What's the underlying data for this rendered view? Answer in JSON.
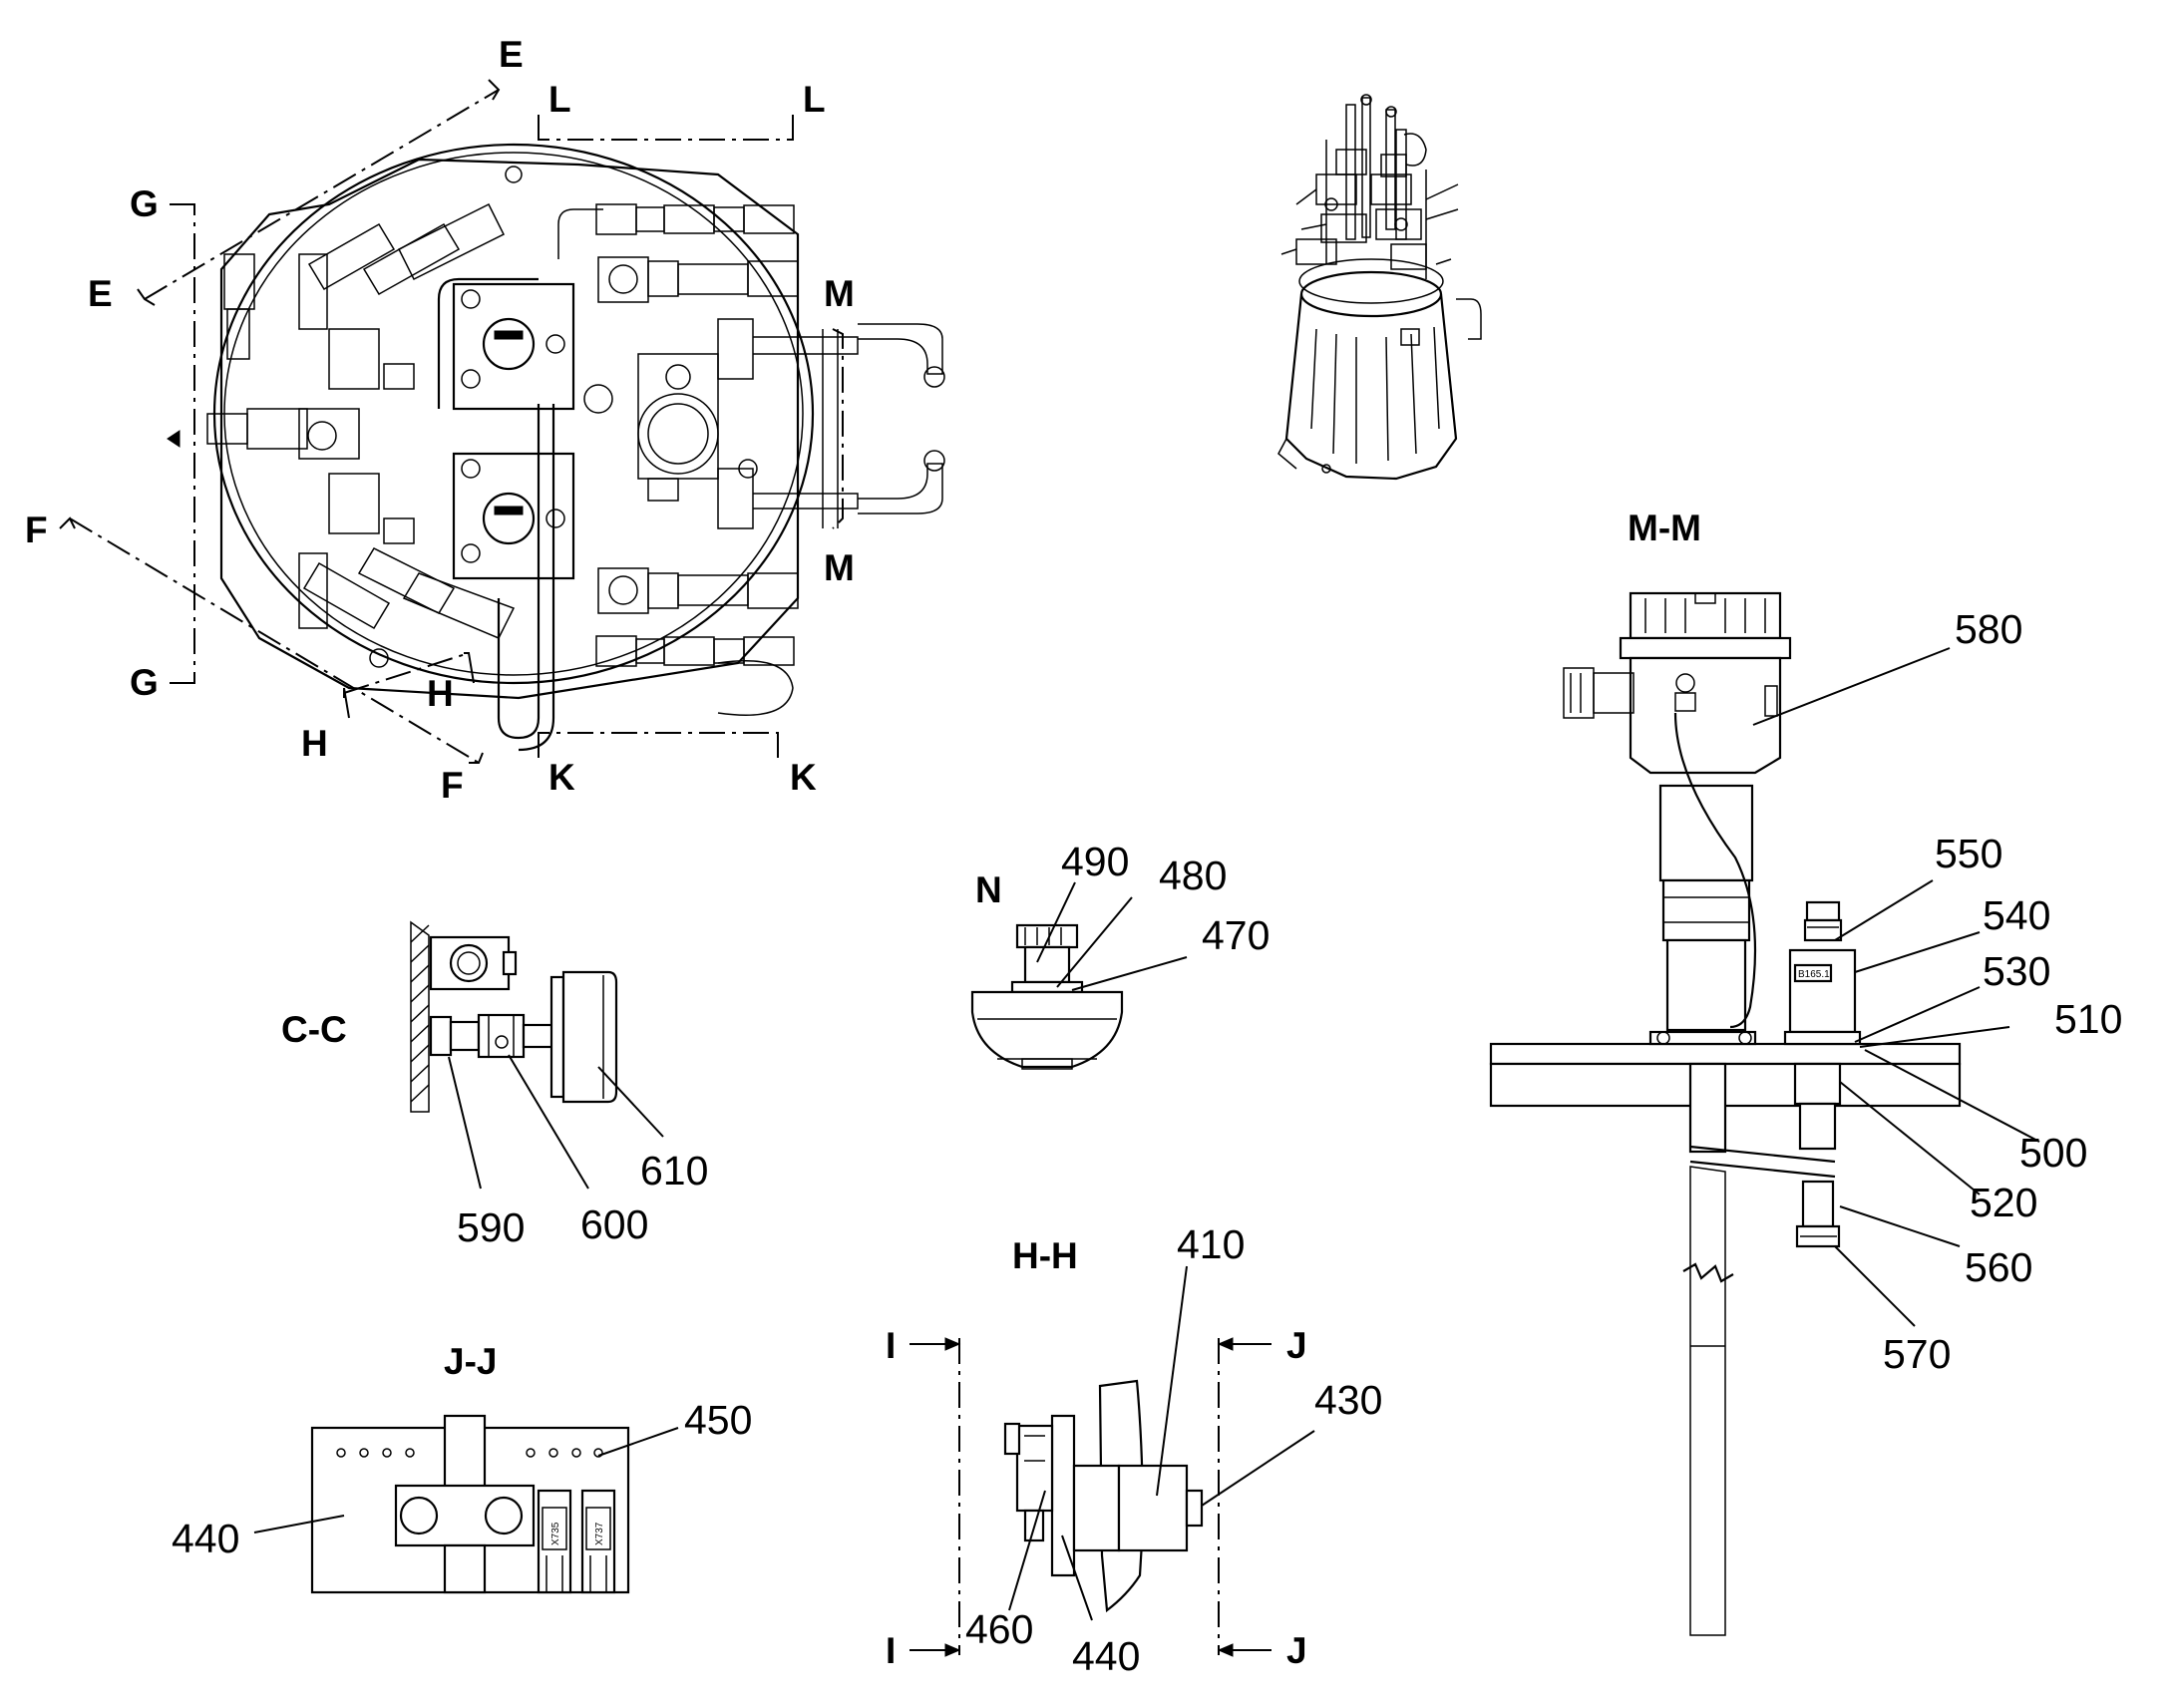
{
  "sheet": {
    "background": "#ffffff",
    "ink": "#000000"
  },
  "section_markers": {
    "e_top": "E",
    "e_left": "E",
    "l_left": "L",
    "l_right": "L",
    "g_top": "G",
    "g_bottom": "G",
    "m_top": "M",
    "m_bottom": "M",
    "f_left": "F",
    "f_bottom": "F",
    "h_left": "H",
    "h_right": "H",
    "k_left": "K",
    "k_right": "K"
  },
  "view_titles": {
    "mm": "M-M",
    "n": "N",
    "cc": "C-C",
    "hh": "H-H",
    "jj": "J-J"
  },
  "view_hh_markers": {
    "i_top": "I",
    "i_bottom": "I",
    "j_top": "J",
    "j_bottom": "J"
  },
  "part_numbers": {
    "p580": "580",
    "p550": "550",
    "p540": "540",
    "p530": "530",
    "p510": "510",
    "p500": "500",
    "p520": "520",
    "p560": "560",
    "p570": "570",
    "p490": "490",
    "p480": "480",
    "p470": "470",
    "p610": "610",
    "p590": "590",
    "p600": "600",
    "p410": "410",
    "p430": "430",
    "p460": "460",
    "p440_hh": "440",
    "p450": "450",
    "p440_jj": "440"
  },
  "nameplate_text": {
    "sensor_badge": "B165.1",
    "valve_left": "X735",
    "valve_right": "X737"
  }
}
